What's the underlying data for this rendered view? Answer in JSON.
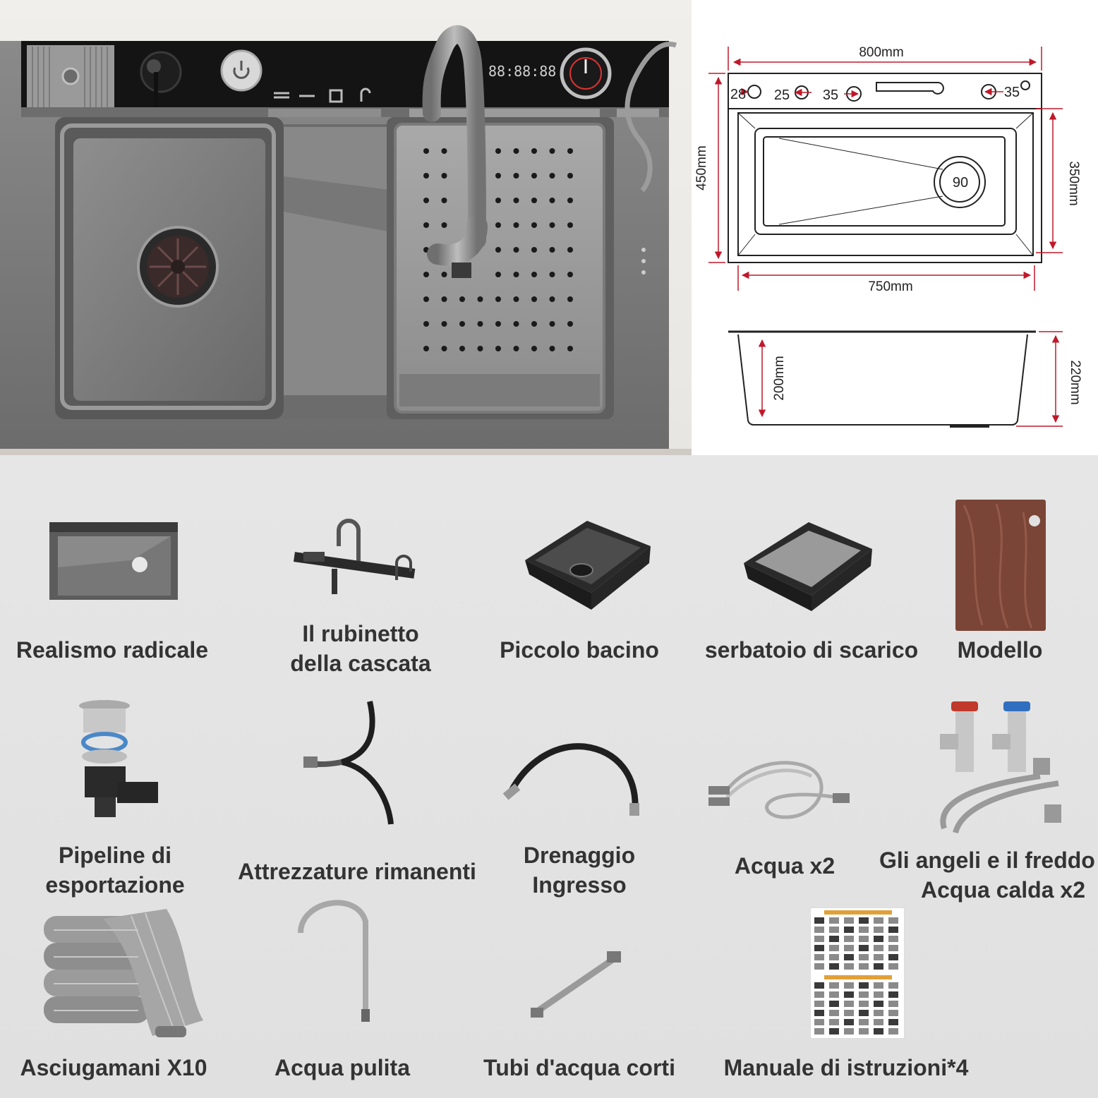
{
  "dimensions": {
    "top_width": "800mm",
    "inner_width": "750mm",
    "top_depth": "450mm",
    "inner_depth": "350mm",
    "bowl_depth": "200mm",
    "overall_height": "220mm",
    "holes": [
      "28",
      "25",
      "35",
      "35"
    ],
    "drain": "90"
  },
  "items": [
    {
      "label": "Realismo radicale",
      "icon": "sink-icon"
    },
    {
      "label": "Il rubinetto\ndella cascata",
      "icon": "waterfall-faucet-icon"
    },
    {
      "label": "Piccolo bacino",
      "icon": "small-basin-icon"
    },
    {
      "label": "serbatoio di scarico",
      "icon": "drain-tray-icon"
    },
    {
      "label": "Modello",
      "icon": "cutting-board-icon"
    },
    {
      "label": "Pipeline di\nesportazione",
      "icon": "drain-pipeline-icon"
    },
    {
      "label": "Attrezzature rimanenti",
      "icon": "hose-fitting-icon"
    },
    {
      "label": "Drenaggio\nIngresso",
      "icon": "drain-hose-icon"
    },
    {
      "label": "Acqua x2",
      "icon": "water-hose-icon"
    },
    {
      "label": "Gli angeli e il freddo\nAcqua calda x2",
      "icon": "angle-valves-icon"
    },
    {
      "label": "Asciugamani X10",
      "icon": "towels-icon"
    },
    {
      "label": "Acqua pulita",
      "icon": "clean-water-faucet-icon"
    },
    {
      "label": "Tubi d'acqua corti",
      "icon": "short-hose-icon"
    },
    {
      "label": "Manuale di istruzioni*4",
      "icon": "manual-icon"
    }
  ]
}
